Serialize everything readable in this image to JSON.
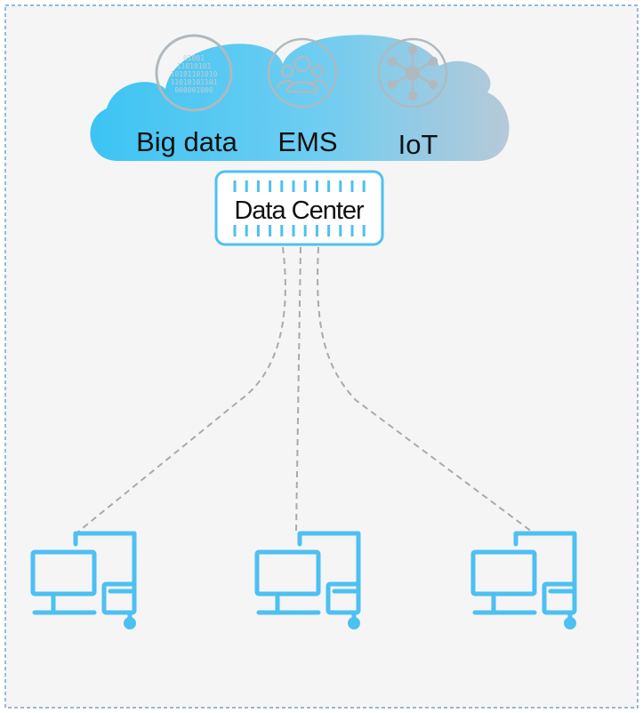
{
  "cloud": {
    "services": [
      {
        "label": "Big data",
        "icon": "binary-data-icon"
      },
      {
        "label": "EMS",
        "icon": "users-group-icon"
      },
      {
        "label": "IoT",
        "icon": "network-hub-icon"
      }
    ],
    "binary_text": [
      "01001",
      "11010101",
      "10101101010",
      "11010101101",
      "000001000"
    ]
  },
  "data_center": {
    "label": "Data Center"
  },
  "terminals": [
    {
      "icon": "computer-terminal-icon"
    },
    {
      "icon": "computer-terminal-icon"
    },
    {
      "icon": "computer-terminal-icon"
    }
  ],
  "colors": {
    "background": "#f5f5f5",
    "border_dashed": "#5b8ccf",
    "cloud_left": "#3cc4f3",
    "cloud_right": "#a5c8de",
    "accent_blue": "#4dc0f2",
    "connector_gray": "#aaaaaa"
  }
}
